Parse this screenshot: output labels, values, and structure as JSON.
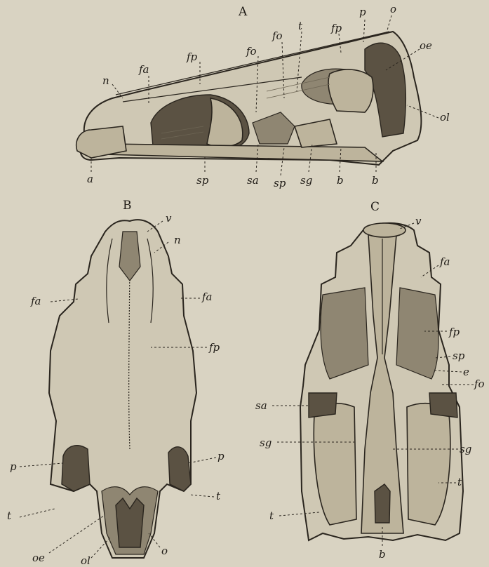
{
  "figure_labels": {
    "A": "A",
    "B": "B",
    "C": "C"
  },
  "view_a_labels": {
    "p": "p",
    "o": "o",
    "fp_top": "fp",
    "fo_top": "fo",
    "t": "t",
    "fo_left": "fo",
    "fp": "fp",
    "fa": "fa",
    "n": "n",
    "oe": "oe",
    "ol": "ol",
    "a": "a",
    "sp": "sp",
    "sa": "sa",
    "sp_2": "sp",
    "sg": "sg",
    "b1": "b",
    "b2": "b"
  },
  "view_b_labels": {
    "v": "v",
    "n": "n",
    "fa_left": "fa",
    "fa_right": "fa",
    "fp": "fp",
    "p_right": "p",
    "p_left": "p",
    "t_left": "t",
    "t_right": "t",
    "oe": "oe",
    "ol": "ol",
    "o": "o"
  },
  "view_c_labels": {
    "v": "v",
    "fa": "fa",
    "fp": "fp",
    "sp": "sp",
    "e": "e",
    "fo": "fo",
    "sa": "sa",
    "sg_left": "sg",
    "sg_right": "sg",
    "t_right": "t",
    "t_left": "t",
    "b": "b"
  }
}
